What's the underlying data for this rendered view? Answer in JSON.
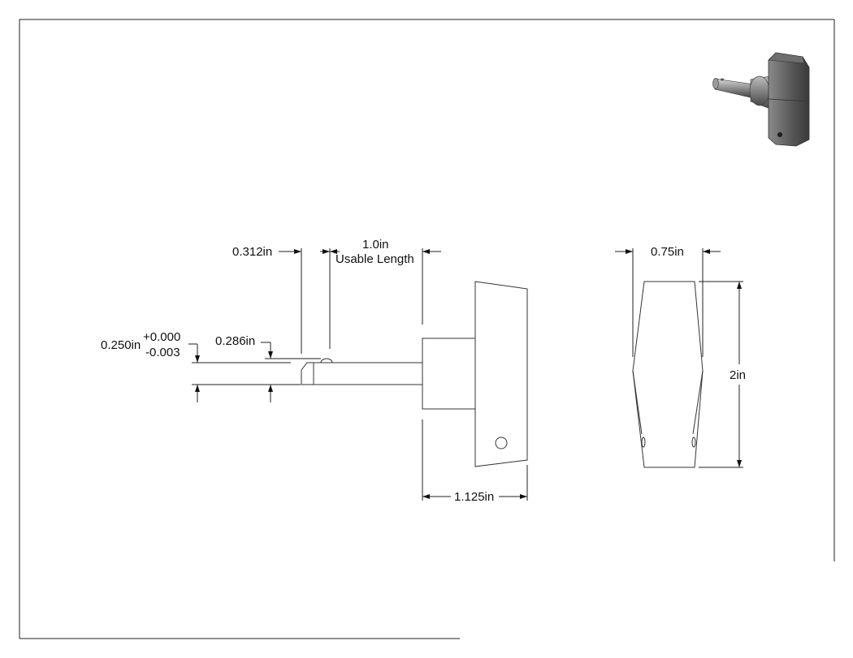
{
  "dimensions": {
    "rod_diameter": "0.250in",
    "rod_tol_plus": "+0.000",
    "rod_tol_minus": "-0.003",
    "ball_diameter": "0.286in",
    "ball_offset": "0.312in",
    "usable_length_value": "1.0in",
    "usable_length_label": "Usable Length",
    "body_length": "1.125in",
    "handle_width": "0.75in",
    "handle_height": "2in"
  },
  "colors": {
    "line": "#222222",
    "part_outline": "#333333",
    "render_dark": "#4a4a4a",
    "render_light": "#8a8a8a"
  },
  "icons": {
    "thumbnail": "t-handle-pin-3d-render"
  }
}
